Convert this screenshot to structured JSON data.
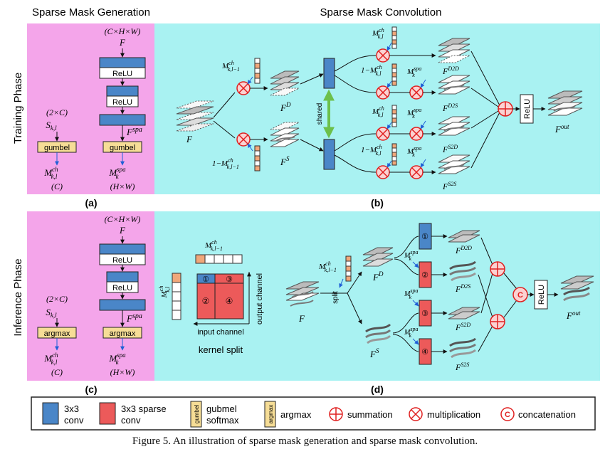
{
  "headers": {
    "generation": "Sparse Mask Generation",
    "convolution": "Sparse Mask Convolution"
  },
  "phases": {
    "training": "Training Phase",
    "inference": "Inference Phase"
  },
  "panel_labels": {
    "a": "(a)",
    "b": "(b)",
    "c": "(c)",
    "d": "(d)"
  },
  "generation": {
    "input_shape": "(C×H×W)",
    "input": "F",
    "relu": "ReLU",
    "spa_output": "F",
    "spa_sup": "spa",
    "s_shape": "(2×C)",
    "s_label": "S",
    "s_sub": "k,l",
    "gumbel": "gumbel",
    "argmax": "argmax",
    "mch": "M",
    "mch_sup": "ch",
    "mch_sub": "k,l",
    "mch_shape": "(C)",
    "mspa": "M",
    "mspa_sup": "spa",
    "mspa_sub": "k",
    "mspa_shape": "(H×W)"
  },
  "training_conv": {
    "input": "F",
    "mask_top": "M",
    "mask_top_sup": "ch",
    "mask_top_sub": "k,l−1",
    "mask_bottom": "1−M",
    "mask_bottom_sup": "ch",
    "mask_bottom_sub": "k,l−1",
    "fd": "F",
    "fd_sup": "D",
    "fs": "F",
    "fs_sup": "S",
    "shared": "shared",
    "m_ch": "M",
    "m_ch_sup": "ch",
    "m_ch_sub": "k,l",
    "one_minus_m_ch": "1−M",
    "m_spa": "M",
    "m_spa_sup": "spa",
    "m_spa_sub": "k",
    "outputs": [
      {
        "base": "F",
        "sup": "D2D"
      },
      {
        "base": "F",
        "sup": "D2S"
      },
      {
        "base": "F",
        "sup": "S2D"
      },
      {
        "base": "F",
        "sup": "S2S"
      }
    ],
    "relu": "ReLU",
    "fout": "F",
    "fout_sup": "out"
  },
  "inference_conv": {
    "mask": "M",
    "mask_sup": "ch",
    "mask_sub": "k,l−1",
    "kernel_mask_sub": "k,l",
    "kernel_nums": [
      "①",
      "③",
      "②",
      "④"
    ],
    "input_channel": "input channel",
    "output_channel": "output channel",
    "kernel_split": "kernel split",
    "input": "F",
    "split": "split",
    "fd": "F",
    "fd_sup": "D",
    "fs": "F",
    "fs_sup": "S",
    "branch_nums": [
      "①",
      "②",
      "③",
      "④"
    ],
    "m_spa": "M",
    "m_spa_sup": "spa",
    "m_spa_sub": "k",
    "outputs": [
      {
        "base": "F",
        "sup": "D2D"
      },
      {
        "base": "F",
        "sup": "D2S"
      },
      {
        "base": "F",
        "sup": "S2D"
      },
      {
        "base": "F",
        "sup": "S2S"
      }
    ],
    "concat_symbol": "C",
    "relu": "ReLU",
    "fout": "F",
    "fout_sup": "out"
  },
  "legend": {
    "conv": "3x3\nconv",
    "conv_l1": "3x3",
    "conv_l2": "conv",
    "sparse_l1": "3x3 sparse",
    "sparse_l2": "conv",
    "gumbel_icon": "gumbel",
    "gumbel_l1": "gubmel",
    "gumbel_l2": "softmax",
    "argmax_icon": "argmax",
    "argmax": "argmax",
    "summation": "summation",
    "multiplication": "multiplication",
    "concatenation": "concatenation",
    "concat_symbol": "C"
  },
  "caption": "Figure 5. An illustration of sparse mask generation and sparse mask convolution.",
  "colors": {
    "pink": "#f4a5ea",
    "cyan": "#a9f2f2",
    "conv_blue": "#4a86c8",
    "sparse_red": "#ec5a5a",
    "mask_orange": "#f0a77a",
    "gumbel_yellow": "#f6dd96",
    "op_red": "#e02020",
    "arrow_blue": "#1f5fd6",
    "shared_green": "#6cc04a"
  }
}
